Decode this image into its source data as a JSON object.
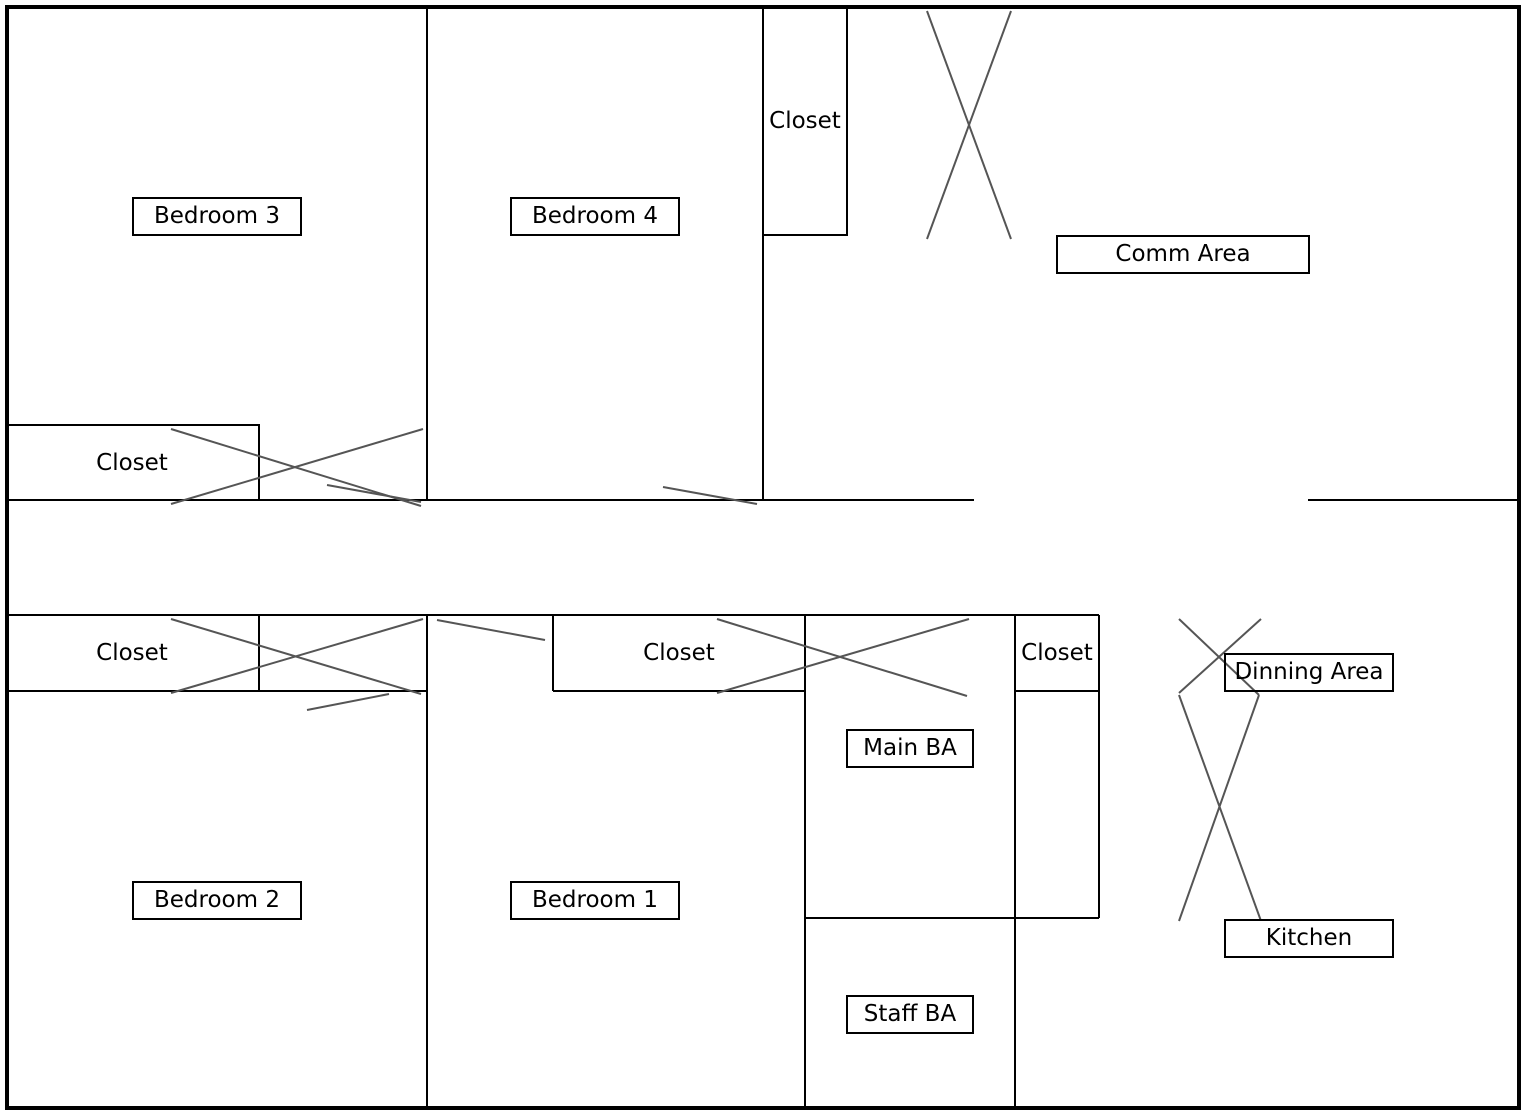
{
  "floor_plan": {
    "rooms": {
      "bedroom_3": "Bedroom 3",
      "bedroom_4": "Bedroom 4",
      "comm_area": "Comm Area",
      "bedroom_2": "Bedroom 2",
      "bedroom_1": "Bedroom 1",
      "main_ba": "Main BA",
      "staff_ba": "Staff BA",
      "dining_area": "Dinning Area",
      "kitchen": "Kitchen"
    },
    "closets": {
      "top_closet": "Closet",
      "bedroom_3_closet": "Closet",
      "bedroom_2_closet": "Closet",
      "bedroom_1_closet": "Closet",
      "main_ba_closet": "Closet"
    }
  }
}
